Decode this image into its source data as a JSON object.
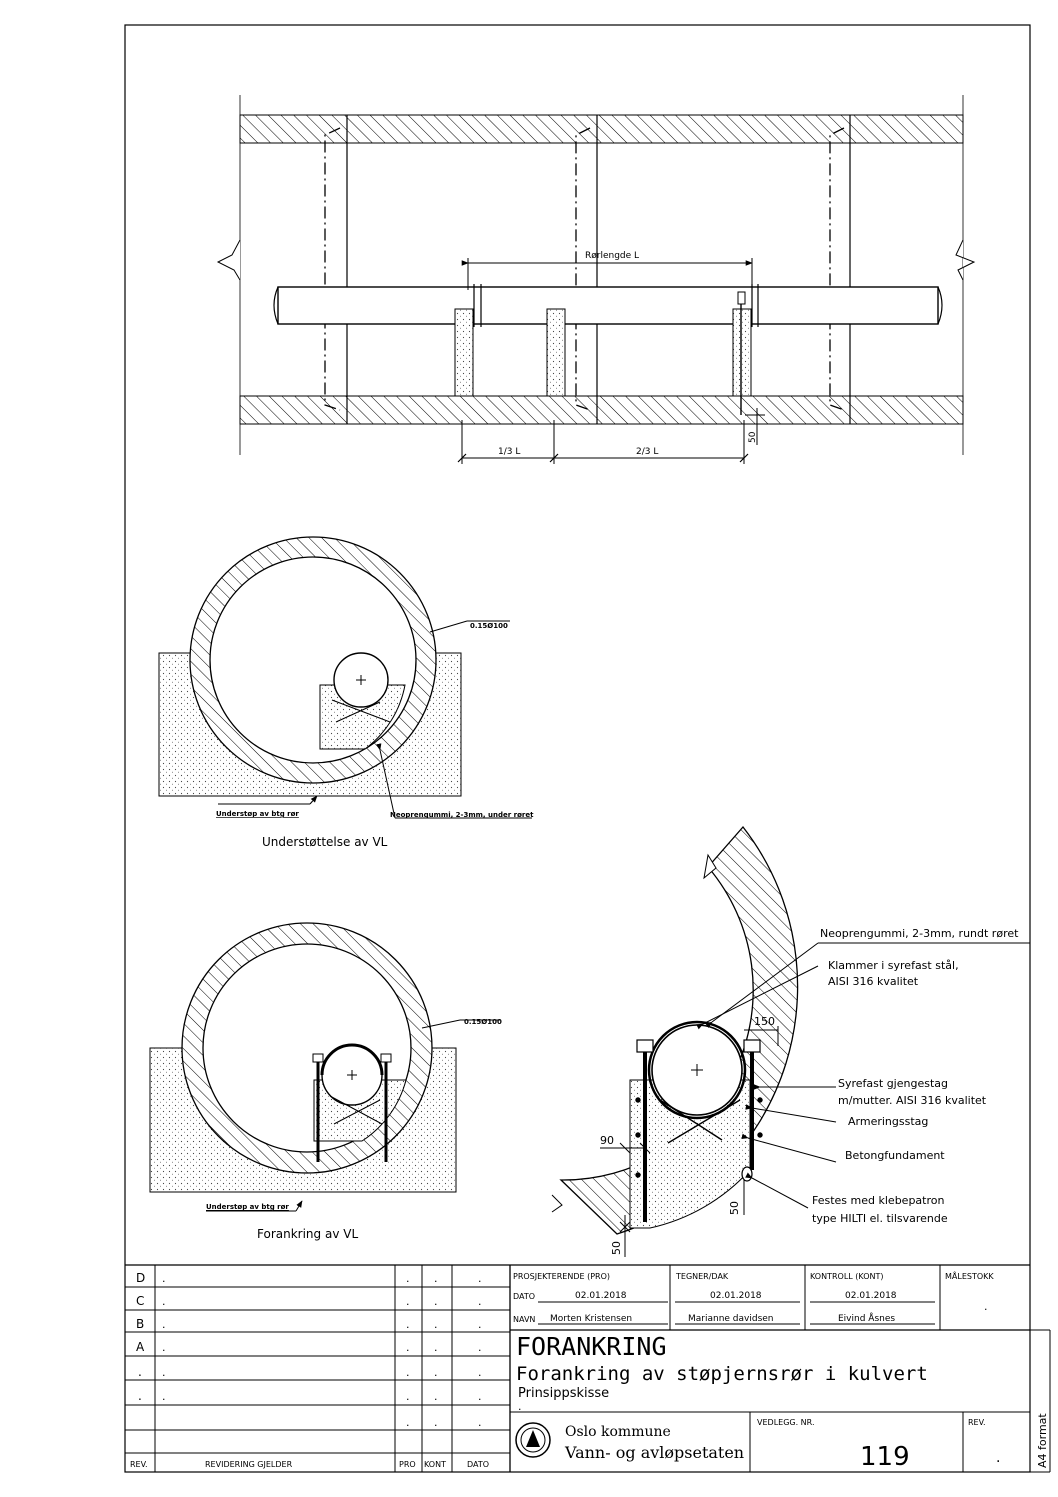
{
  "top_view": {
    "pipe_length_label": "Rørlengde L",
    "one_third_label": "1/3 L",
    "two_third_label": "2/3 L",
    "dim_50": "50"
  },
  "support_view": {
    "dim_label": "0.15Ø100",
    "foundation_label": "Understøp av btg rør",
    "neoprene_label": "Neoprengummi, 2-3mm, under røret",
    "caption": "Understøttelse av VL"
  },
  "anchor_view": {
    "dim_label": "0.15Ø100",
    "foundation_label": "Understøp av btg rør",
    "caption": "Forankring av VL"
  },
  "detail_view": {
    "neoprene": "Neoprengummi, 2-3mm, rundt røret",
    "clamps_1": "Klammer i syrefast stål,",
    "clamps_2": "AISI 316 kvalitet",
    "rod_1": "Syrefast gjengestag",
    "rod_2": "m/mutter. AISI 316 kvalitet",
    "rebar": "Armeringsstag",
    "foundation": "Betongfundament",
    "fix_1": "Festes med klebepatron",
    "fix_2": "type HILTI el. tilsvarende",
    "dim_150": "150",
    "dim_90": "90",
    "dim_50a": "50",
    "dim_50b": "50"
  },
  "title_block": {
    "rev_rows": [
      {
        "letter": "D",
        "text": "."
      },
      {
        "letter": "C",
        "text": "."
      },
      {
        "letter": "B",
        "text": "."
      },
      {
        "letter": "A",
        "text": "."
      },
      {
        "letter": ".",
        "text": "."
      },
      {
        "letter": ".",
        "text": "."
      }
    ],
    "rev_dots": ".",
    "footer_rev": "REV.",
    "footer_desc": "REVIDERING GJELDER",
    "footer_pro": "PRO",
    "footer_kont": "KONT",
    "footer_dato": "DATO",
    "hdr_pro": "PROSJEKTERENDE (PRO)",
    "hdr_tegner": "TEGNER/DAK",
    "hdr_kontroll": "KONTROLL (KONT)",
    "hdr_malestokk": "MÅLESTOKK",
    "dato_label": "DATO",
    "navn_label": "NAVN",
    "date_pro": "02.01.2018",
    "date_tegner": "02.01.2018",
    "date_kontroll": "02.01.2018",
    "name_pro": "Morten Kristensen",
    "name_tegner": "Marianne davidsen",
    "name_kontroll": "Eivind Åsnes",
    "scale_value": ".",
    "title": "FORANKRING",
    "subtitle": "Forankring av støpjernsrør i kulvert",
    "sub2": "Prinsippskisse",
    "sub3": ".",
    "org1": "Oslo kommune",
    "org2": "Vann- og avløpsetaten",
    "vedlegg_label": "VEDLEGG. NR.",
    "vedlegg_value": "119",
    "rev_label": "REV.",
    "rev_value": ".",
    "format": "A4 format"
  }
}
